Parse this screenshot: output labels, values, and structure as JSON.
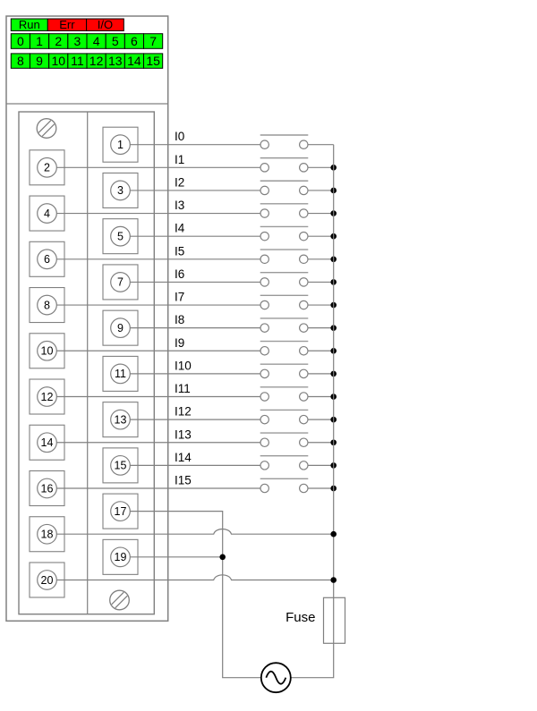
{
  "diagram": {
    "status_leds": [
      {
        "label": "Run",
        "color": "#00FF00"
      },
      {
        "label": "Err",
        "color": "#FF0000"
      },
      {
        "label": "I/O",
        "color": "#FF0000"
      }
    ],
    "channel_leds_row1": [
      "0",
      "1",
      "2",
      "3",
      "4",
      "5",
      "6",
      "7"
    ],
    "channel_leds_row2": [
      "8",
      "9",
      "10",
      "11",
      "12",
      "13",
      "14",
      "15"
    ],
    "terminal_numbers": [
      "1",
      "2",
      "3",
      "4",
      "5",
      "6",
      "7",
      "8",
      "9",
      "10",
      "11",
      "12",
      "13",
      "14",
      "15",
      "16",
      "17",
      "18",
      "19",
      "20"
    ],
    "input_labels": [
      "I0",
      "I1",
      "I2",
      "I3",
      "I4",
      "I5",
      "I6",
      "I7",
      "I8",
      "I9",
      "I10",
      "I11",
      "I12",
      "I13",
      "I14",
      "I15"
    ],
    "fuse": {
      "label": "Fuse"
    },
    "colors": {
      "led_green": "#00FF00",
      "led_red": "#FF0000",
      "wire_gray": "#808080",
      "bar_gray": "#999999",
      "ink_black": "#000000"
    }
  }
}
